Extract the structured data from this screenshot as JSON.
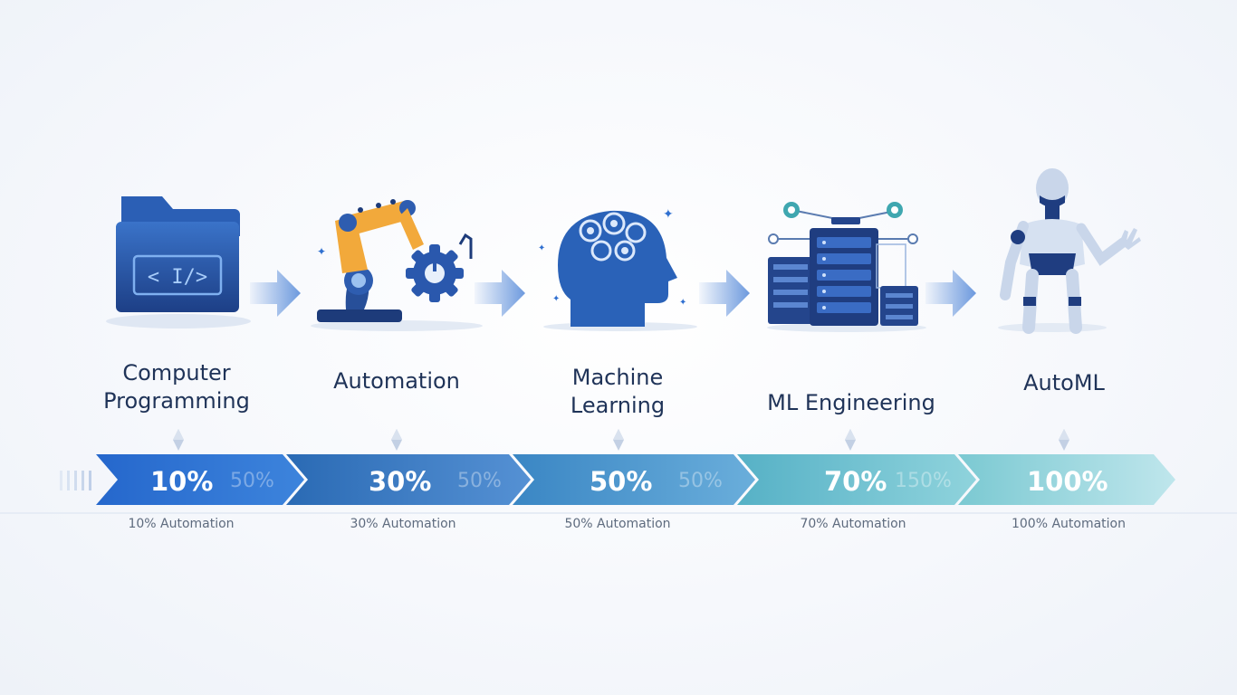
{
  "colors": {
    "navy": "#1f3a7a",
    "blue": "#2f6fd0",
    "teal": "#5ec2c8",
    "orange": "#f2a93b",
    "label_text": "#1f3358",
    "caption_text": "#5e6b7e"
  },
  "stages": [
    {
      "title_line1": "Computer",
      "title_line2": "Programming",
      "percent": "10%",
      "ghost": "50%",
      "caption": "10% Automation",
      "icon": "code-folder-icon"
    },
    {
      "title_line1": "Automation",
      "title_line2": "",
      "percent": "30%",
      "ghost": "50%",
      "caption": "30% Automation",
      "icon": "robot-arm-gear-icon"
    },
    {
      "title_line1": "Machine",
      "title_line2": "Learning",
      "percent": "50%",
      "ghost": "50%",
      "caption": "50% Automation",
      "icon": "brain-head-icon"
    },
    {
      "title_line1": "ML Engineering",
      "title_line2": "",
      "percent": "70%",
      "ghost": "150%",
      "caption": "70% Automation",
      "icon": "server-network-icon"
    },
    {
      "title_line1": "AutoML",
      "title_line2": "",
      "percent": "100%",
      "ghost": "",
      "caption": "100% Automation",
      "icon": "humanoid-robot-icon"
    }
  ]
}
